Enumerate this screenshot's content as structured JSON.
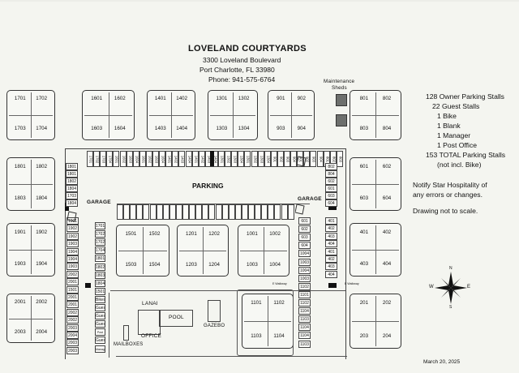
{
  "header": {
    "title": "LOVELAND COURTYARDS",
    "address1": "3300 Loveland Boulevard",
    "address2": "Port Charlotte, FL  33980",
    "phone": "Phone: 941-575-6764"
  },
  "legend": {
    "line1": "128 Owner Parking Stalls",
    "line2": "22 Guest Stalls",
    "line3": "1 Bike",
    "line4": "1 Blank",
    "line5": "1 Manager",
    "line6": "1 Post Office",
    "line7": "153 TOTAL Parking Stalls",
    "line8": "(not incl. Bike)",
    "notify1": "Notify Star Hospitality of",
    "notify2": "any errors or changes.",
    "scale": "Drawing not to scale.",
    "date": "March 20, 2025"
  },
  "labels": {
    "parking": "PARKING",
    "garage_left": "GARAGE",
    "garage_right": "GARAGE",
    "maint1": "Maintenance",
    "maint2": "Sheds",
    "lanai": "LANAI",
    "pool": "POOL",
    "gazebo": "GAZEBO",
    "office": "OFFICE",
    "mailboxes": "MAILBOXES",
    "walkway_l": "E Walkway",
    "walkway_r": "E Walkway"
  },
  "compass": {
    "n": "N",
    "s": "S",
    "e": "E",
    "w": "W"
  },
  "buildings": {
    "b1700": [
      "1701",
      "1702",
      "1703",
      "1704"
    ],
    "b1600": [
      "1601",
      "1602",
      "1603",
      "1604"
    ],
    "b1400": [
      "1401",
      "1402",
      "1403",
      "1404"
    ],
    "b1300": [
      "1301",
      "1302",
      "1303",
      "1304"
    ],
    "b900": [
      "901",
      "902",
      "903",
      "904"
    ],
    "b800": [
      "801",
      "802",
      "803",
      "804"
    ],
    "b1800": [
      "1801",
      "1802",
      "1803",
      "1804"
    ],
    "b600": [
      "601",
      "602",
      "603",
      "604"
    ],
    "b1900": [
      "1901",
      "1902",
      "1903",
      "1904"
    ],
    "b1500": [
      "1501",
      "1502",
      "1503",
      "1504"
    ],
    "b1200": [
      "1201",
      "1202",
      "1203",
      "1204"
    ],
    "b1000": [
      "1001",
      "1002",
      "1003",
      "1004"
    ],
    "b400": [
      "401",
      "402",
      "403",
      "404"
    ],
    "b2000": [
      "2001",
      "2002",
      "2003",
      "2004"
    ],
    "b1100": [
      "1101",
      "1102",
      "1103",
      "1104"
    ],
    "b200": [
      "201",
      "202",
      "203",
      "204"
    ]
  },
  "stalls": {
    "left_col": [
      "1801",
      "1801",
      "1802",
      "1804",
      "1703",
      "1804"
    ],
    "right_col": [
      "802",
      "804",
      "602",
      "601",
      "603",
      "604"
    ],
    "col_a": [
      "1901",
      "1902",
      "1902",
      "1903",
      "1904",
      "1904",
      "1903",
      "2002",
      "2001",
      "1501",
      "2001",
      "2001",
      "2002",
      "2002",
      "2003",
      "2004",
      "2003",
      "2003"
    ],
    "col_b": [
      "1701",
      "1702",
      "1702",
      "1704",
      "1801",
      "1802",
      "1803",
      "1804",
      "1501",
      "Bikes",
      "Guest",
      "Guest",
      "Guest",
      "Post Office",
      "Guest",
      "Manager"
    ],
    "col_c": [
      "601",
      "602",
      "603",
      "604",
      "1004",
      "1003",
      "1004",
      "1003",
      "1102",
      "1101",
      "1102",
      "1104",
      "1103",
      "1104",
      "1104",
      "1103"
    ],
    "col_d": [
      "401",
      "402",
      "403",
      "404",
      "401",
      "402",
      "403",
      "404"
    ],
    "top_row": [
      "1701",
      "1702",
      "1703",
      "1704",
      "1601",
      "1602",
      "1603",
      "1604",
      "1601",
      "1602",
      "1603",
      "1604",
      "1401",
      "1402",
      "1403",
      "1404",
      "1401",
      "1402",
      "1403",
      "1404",
      "1301",
      "1302",
      "1303",
      "1304",
      "1301",
      "1302",
      "1303",
      "1304",
      "901",
      "902",
      "903",
      "904",
      "901",
      "902",
      "903",
      "904",
      "801",
      "802",
      "803"
    ]
  }
}
